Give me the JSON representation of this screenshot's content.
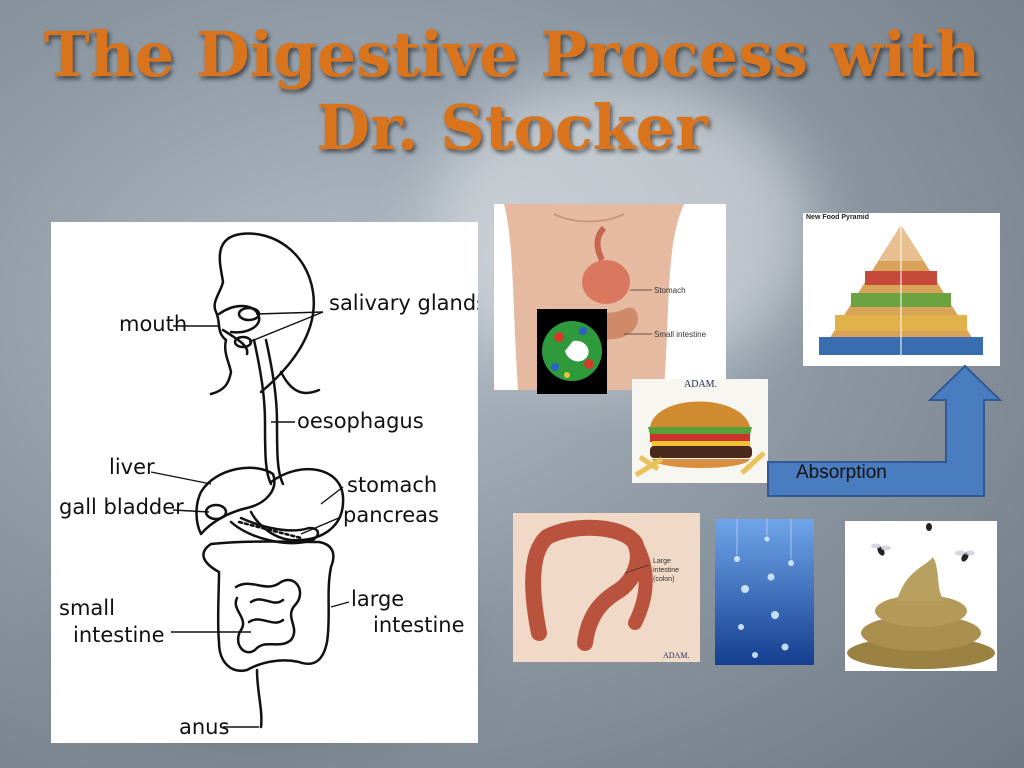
{
  "slide": {
    "title_line1": "The Digestive Process with",
    "title_line2": "Dr. Stocker"
  },
  "diagram": {
    "labels": {
      "mouth": "mouth",
      "salivary_glands": "salivary glands",
      "oesophagus": "oesophagus",
      "liver": "liver",
      "gall_bladder": "gall bladder",
      "stomach": "stomach",
      "pancreas": "pancreas",
      "small": "small",
      "intestine": "intestine",
      "large": "large",
      "anus": "anus"
    }
  },
  "torso_photo": {
    "stomach_label": "Stomach",
    "small_intestine_label": "Small intestine"
  },
  "burger_photo": {
    "watermark": "ADAM."
  },
  "food_pyramid": {
    "title": "New Food Pyramid"
  },
  "absorption_arrow": {
    "label": "Absorption",
    "fill": "#4a7cc0",
    "stroke": "#2f5a94"
  },
  "colon_photo": {
    "label_line1": "Large",
    "label_line2": "intestine",
    "label_line3": "(colon)",
    "watermark": "ADAM."
  },
  "colors": {
    "title": "#d9741c",
    "waste": "#9b8242"
  }
}
